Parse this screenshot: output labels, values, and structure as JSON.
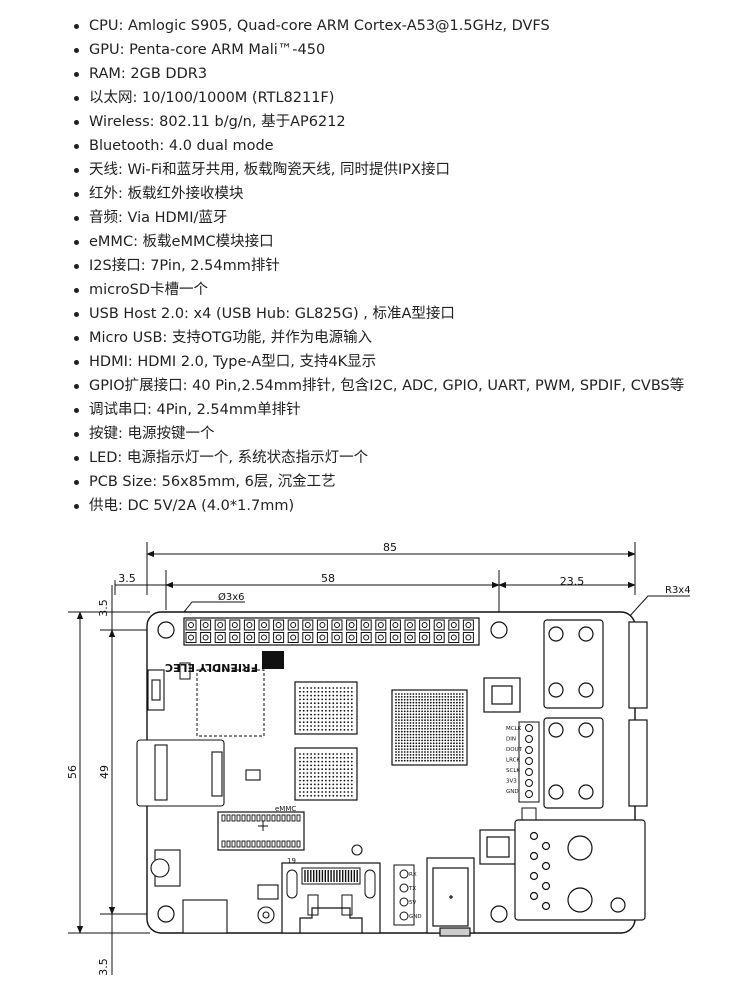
{
  "specs": [
    "CPU: Amlogic S905, Quad-core ARM Cortex-A53@1.5GHz, DVFS",
    "GPU: Penta-core ARM Mali™-450",
    "RAM: 2GB DDR3",
    "以太网: 10/100/1000M (RTL8211F)",
    "Wireless: 802.11 b/g/n, 基于AP6212",
    "Bluetooth: 4.0 dual mode",
    "天线: Wi-Fi和蓝牙共用, 板载陶瓷天线, 同时提供IPX接口",
    "红外: 板载红外接收模块",
    "音频: Via HDMI/蓝牙",
    "eMMC: 板载eMMC模块接口",
    "I2S接口: 7Pin, 2.54mm排针",
    "microSD卡槽一个",
    "USB Host 2.0: x4 (USB Hub: GL825G) , 标准A型接口",
    "Micro USB: 支持OTG功能, 并作为电源输入",
    "HDMI: HDMI 2.0, Type-A型口, 支持4K显示",
    "GPIO扩展接口: 40 Pin,2.54mm排针, 包含I2C, ADC, GPIO, UART, PWM, SPDIF, CVBS等",
    "调试串口: 4Pin, 2.54mm单排针",
    "按键: 电源按键一个",
    "LED: 电源指示灯一个, 系统状态指示灯一个",
    "PCB Size: 56x85mm, 6层, 沉金工艺",
    "供电: DC 5V/2A (4.0*1.7mm)"
  ],
  "diagram": {
    "dim_width": "85",
    "dim_hole_span": "58",
    "dim_right": "23.5",
    "dim_left_offset": "3.5",
    "dim_top_offset": "3.5",
    "dim_bottom_offset": "3.5",
    "dim_height": "56",
    "dim_hole_vspan": "49",
    "corner_radius_label": "R3x4",
    "hole_label": "Ø3x6",
    "logo_text": "FRIENDLY ELEC",
    "emmc_label": "eMMC",
    "hdmi_pin_label": "19",
    "i2s_labels": [
      "MCLK",
      "DIN",
      "DOUT",
      "LRCK",
      "SCLK",
      "3V3",
      "GND"
    ],
    "uart_labels": [
      "RX",
      "TX",
      "5V",
      "GND"
    ]
  }
}
